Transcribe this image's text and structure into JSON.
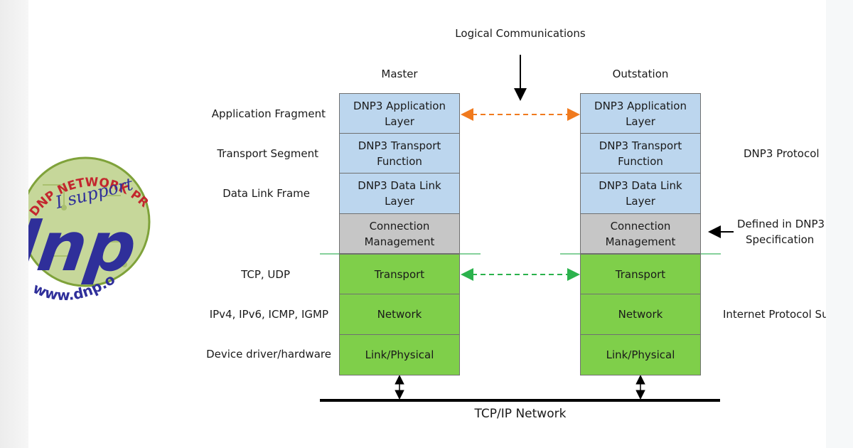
{
  "logo": {
    "arc_text": "DNP NETWORK PROTOCOL",
    "main_text": "dnp",
    "tagline": "I support",
    "url_text": "www.dnp.org",
    "colors": {
      "disc": "#c6d79a",
      "rim": "#7fa23a",
      "arc": "#c3262e",
      "letters": "#2f2f9a"
    }
  },
  "title": "Logical Communications",
  "columns": {
    "master": "Master",
    "outstation": "Outstation"
  },
  "left_labels": [
    "Application Fragment",
    "Transport Segment",
    "Data Link Frame",
    "TCP, UDP",
    "IPv4, IPv6, ICMP, IGMP",
    "Device driver/hardware"
  ],
  "stack": [
    {
      "lines": [
        "DNP3 Application",
        "Layer"
      ],
      "kind": "dnp3"
    },
    {
      "lines": [
        "DNP3 Transport",
        "Function"
      ],
      "kind": "dnp3"
    },
    {
      "lines": [
        "DNP3 Data Link",
        "Layer"
      ],
      "kind": "dnp3"
    },
    {
      "lines": [
        "Connection",
        "Management"
      ],
      "kind": "connection"
    },
    {
      "lines": [
        "Transport"
      ],
      "kind": "ip"
    },
    {
      "lines": [
        "Network"
      ],
      "kind": "ip"
    },
    {
      "lines": [
        "Link/Physical"
      ],
      "kind": "ip"
    }
  ],
  "right_labels": {
    "dnp3_protocol": "DNP3 Protocol",
    "defined_line1": "Defined in DNP3",
    "defined_line2": "Specification",
    "internet_suite": "Internet Protocol Suite"
  },
  "network": "TCP/IP Network",
  "colors": {
    "dnp3_layer": "#bcd6ee",
    "connection_layer": "#c6c6c6",
    "ip_layer": "#7fcf4a",
    "application_arrow": "#f07a1e",
    "transport_arrow": "#2bb24c",
    "divider": "#5ec27a"
  }
}
